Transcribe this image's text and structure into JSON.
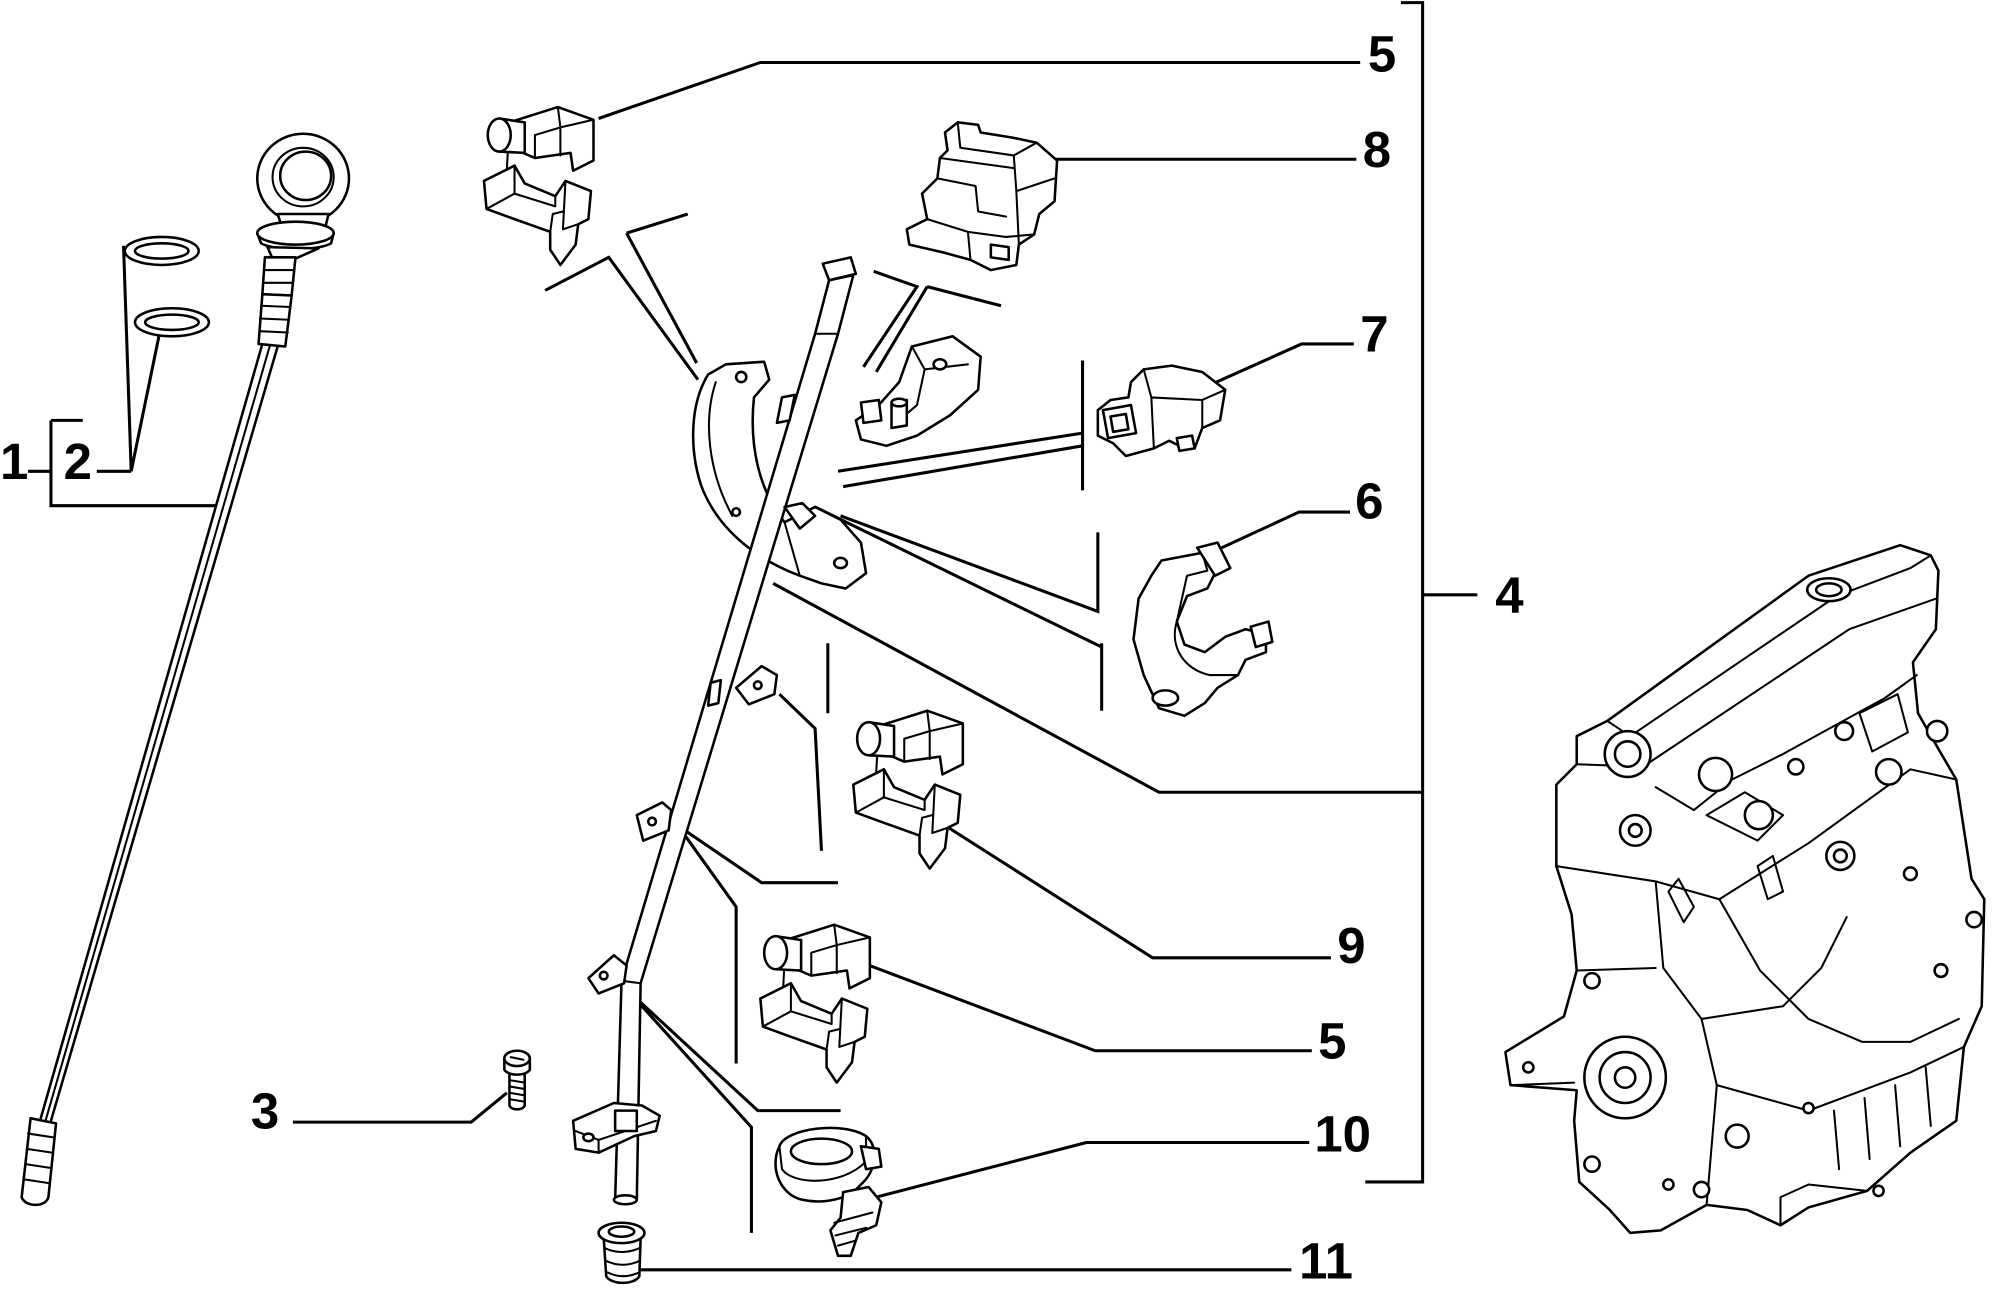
{
  "callouts": [
    "5",
    "8",
    "7",
    "6",
    "4",
    "9",
    "5",
    "10",
    "11",
    "3",
    "1",
    "2"
  ],
  "colors": {
    "ink": "#000000",
    "paper": "#ffffff"
  }
}
